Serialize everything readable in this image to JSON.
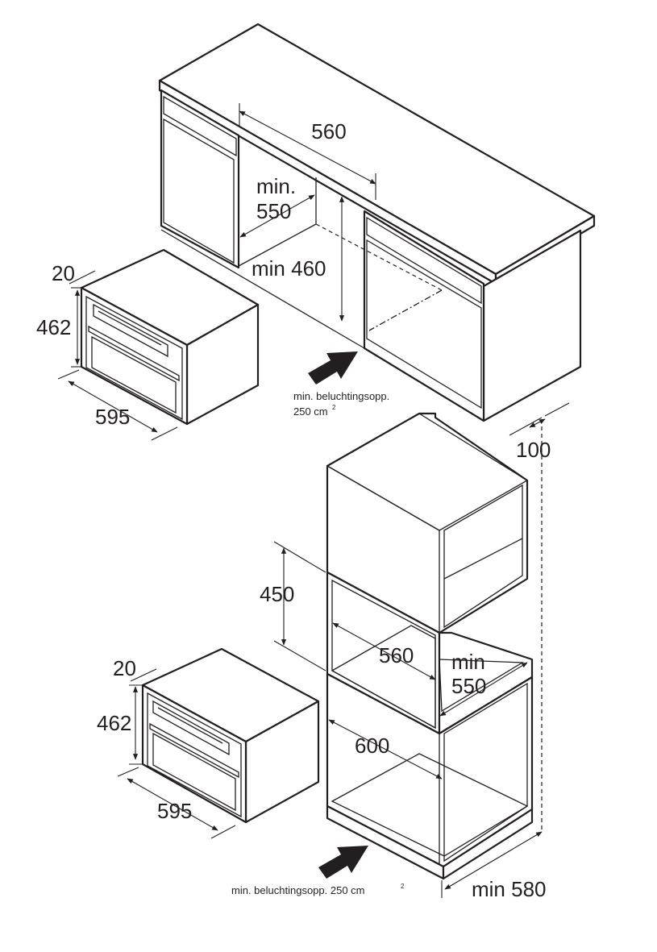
{
  "top": {
    "width_niche": "560",
    "depth_min_a": "min.",
    "depth_min_b": "550",
    "height_min": "min 460",
    "oven_front": "20",
    "oven_height": "462",
    "oven_width": "595",
    "ventilation_a": "min. beluchtingsopp.",
    "ventilation_b": "250 cm",
    "ventilation_sup": "2"
  },
  "bottom": {
    "rear_gap": "100",
    "niche_height": "450",
    "niche_width": "560",
    "depth_min_a": "min",
    "depth_min_b": "550",
    "cabinet_width": "600",
    "cabinet_depth": "min 580",
    "oven_front": "20",
    "oven_height": "462",
    "oven_width": "595",
    "ventilation": "min. beluchtingsopp. 250 cm",
    "ventilation_sup": "2"
  },
  "colors": {
    "line": "#231f20",
    "background": "#ffffff"
  }
}
